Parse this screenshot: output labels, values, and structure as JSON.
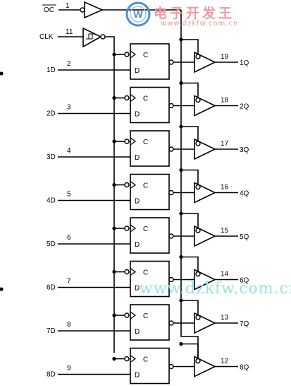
{
  "watermark": {
    "chinese": "电子开发王",
    "url_small": "www.dzkfw.com.cn",
    "url_large": "www.dzkfw.com.cn",
    "logo_letter": "W",
    "logo_color": "#4a8fd8",
    "text_color": "#ef9aa2",
    "url_large_color": "#9ee0e0"
  },
  "inputs": {
    "oc": {
      "label": "OC",
      "pin": "1"
    },
    "clk": {
      "label": "CLK",
      "pin": "11"
    }
  },
  "ff_labels": {
    "clock": "C",
    "data": "D"
  },
  "channels": [
    {
      "d_label": "1D",
      "d_pin": "2",
      "q_pin": "19",
      "q_label": "1Q"
    },
    {
      "d_label": "2D",
      "d_pin": "3",
      "q_pin": "18",
      "q_label": "2Q"
    },
    {
      "d_label": "3D",
      "d_pin": "4",
      "q_pin": "17",
      "q_label": "3Q"
    },
    {
      "d_label": "4D",
      "d_pin": "5",
      "q_pin": "16",
      "q_label": "4Q"
    },
    {
      "d_label": "5D",
      "d_pin": "6",
      "q_pin": "15",
      "q_label": "5Q"
    },
    {
      "d_label": "6D",
      "d_pin": "7",
      "q_pin": "14",
      "q_label": "6Q"
    },
    {
      "d_label": "7D",
      "d_pin": "8",
      "q_pin": "13",
      "q_label": "7Q"
    },
    {
      "d_label": "8D",
      "d_pin": "9",
      "q_pin": "12",
      "q_label": "8Q"
    }
  ]
}
